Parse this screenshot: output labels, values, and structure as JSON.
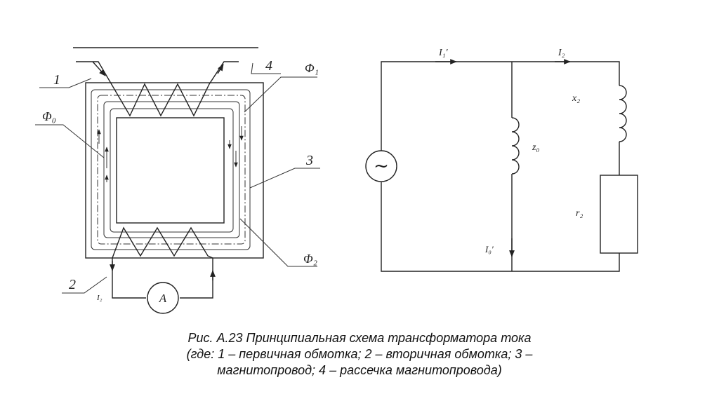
{
  "left_diagram": {
    "callouts": {
      "primary_winding": "1",
      "secondary_winding": "2",
      "core": "3",
      "core_gap": "4",
      "flux_main": "Φ₀",
      "flux_leak_1": "Φ₁",
      "flux_leak_2": "Φ₂"
    },
    "meter_label": "A",
    "secondary_current": "I₂"
  },
  "right_diagram": {
    "current_primary": "I₁′",
    "current_secondary": "I₂",
    "current_magnetizing": "I₀′",
    "impedance_z0": "z₀",
    "reactance_x2": "x₂",
    "resistance_r2": "r₂",
    "source_symbol": "~"
  },
  "caption": {
    "line1": "Рис. А.23 Принципиальная схема трансформатора тока",
    "line2": "(где: 1 – первичная обмотка; 2 – вторичная обмотка; 3 –",
    "line3": "магнитопровод; 4 – рассечка магнитопровода)"
  }
}
